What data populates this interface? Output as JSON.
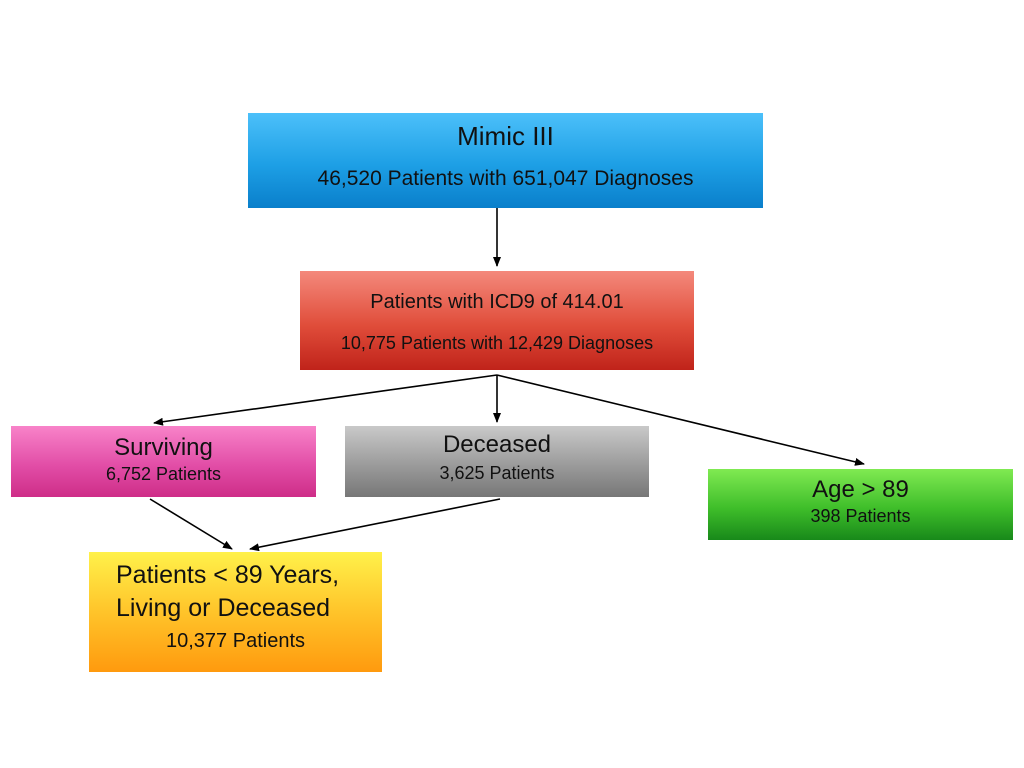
{
  "nodes": {
    "source": {
      "title": "Mimic III",
      "subtitle": "46,520 Patients with 651,047 Diagnoses"
    },
    "icd9": {
      "title": "Patients with ICD9 of 414.01",
      "subtitle": "10,775 Patients with 12,429 Diagnoses"
    },
    "surviving": {
      "title": "Surviving",
      "subtitle": "6,752 Patients"
    },
    "deceased": {
      "title": "Deceased",
      "subtitle": "3,625 Patients"
    },
    "age": {
      "title": "Age > 89",
      "subtitle": "398 Patients"
    },
    "result": {
      "title_lines": [
        "Patients < 89 Years,",
        "Living or Deceased"
      ],
      "subtitle": "10,377 Patients"
    }
  },
  "edges": [
    {
      "from": "source",
      "to": "icd9"
    },
    {
      "from": "icd9",
      "to": "surviving"
    },
    {
      "from": "icd9",
      "to": "deceased"
    },
    {
      "from": "icd9",
      "to": "age"
    },
    {
      "from": "surviving",
      "to": "result"
    },
    {
      "from": "deceased",
      "to": "result"
    }
  ],
  "colors": {
    "source": "#1d9fe5",
    "icd9": "#e04d3a",
    "surviving": "#e24ea7",
    "deceased": "#9b9b9b",
    "age": "#3fbe2a",
    "result": "#ffc42a",
    "connector": "#000000"
  }
}
